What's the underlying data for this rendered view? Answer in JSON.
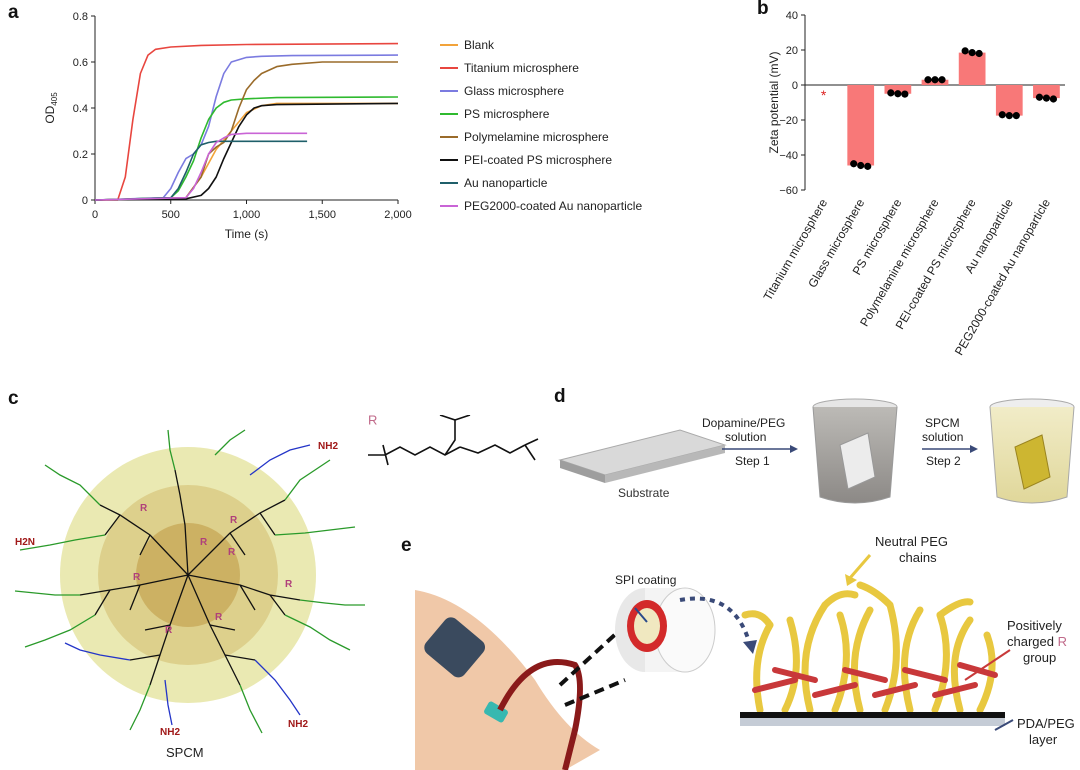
{
  "panels": {
    "a": {
      "label": "a"
    },
    "b": {
      "label": "b"
    },
    "c": {
      "label": "c",
      "r_label": "R",
      "spcm_label": "SPCM",
      "nh2": "NH2",
      "h2n": "H2N"
    },
    "d": {
      "label": "d",
      "substrate": "Substrate",
      "step1_line1": "Dopamine/PEG",
      "step1_line2": "solution",
      "step1_line3": "Step 1",
      "step2_line1": "SPCM",
      "step2_line2": "solution",
      "step2_line3": "Step 2"
    },
    "e": {
      "label": "e",
      "spi_coating": "SPI coating",
      "neutral_line1": "Neutral PEG",
      "neutral_line2": "chains",
      "pos_line1": "Positively",
      "pos_line2": "charged",
      "pos_r": "R",
      "pos_line3": "group",
      "pda_line1": "PDA/PEG",
      "pda_line2": "layer"
    }
  },
  "colors": {
    "blank": "#f2a33a",
    "titanium": "#e8463f",
    "glass": "#7b7be0",
    "ps": "#2fba2f",
    "polymelamine": "#9a6b2a",
    "pei": "#111111",
    "au": "#1f5f6a",
    "peg2000": "#c964d6",
    "bar": "#f87878",
    "halo_outer": "#eae9b2",
    "halo_inner": "#d4c47a",
    "core": "#c7a95a",
    "r_color": "#b0407a"
  },
  "chart_data": [
    {
      "type": "line",
      "xlabel": "Time (s)",
      "ylabel": "OD405",
      "xlim": [
        0,
        2000
      ],
      "ylim": [
        0,
        0.8
      ],
      "xticks": [
        "0",
        "500",
        "1,000",
        "1,500",
        "2,000"
      ],
      "yticks": [
        "0",
        "0.2",
        "0.4",
        "0.6",
        "0.8"
      ],
      "legend_position": "right",
      "series": [
        {
          "name": "Blank",
          "color_key": "blank",
          "x": [
            0,
            600,
            700,
            800,
            900,
            1000,
            1100,
            1200,
            2000
          ],
          "y": [
            0,
            0.01,
            0.1,
            0.22,
            0.3,
            0.38,
            0.41,
            0.42,
            0.42
          ]
        },
        {
          "name": "Titanium microsphere",
          "color_key": "titanium",
          "x": [
            0,
            150,
            200,
            250,
            300,
            350,
            400,
            500,
            700,
            1000,
            2000
          ],
          "y": [
            0,
            0,
            0.1,
            0.35,
            0.55,
            0.63,
            0.655,
            0.665,
            0.672,
            0.676,
            0.68
          ]
        },
        {
          "name": "Glass microsphere",
          "color_key": "glass",
          "x": [
            0,
            450,
            500,
            550,
            600,
            650,
            700,
            750,
            800,
            850,
            900,
            1000,
            1100,
            1300,
            2000
          ],
          "y": [
            0,
            0.01,
            0.05,
            0.12,
            0.18,
            0.2,
            0.24,
            0.32,
            0.45,
            0.55,
            0.6,
            0.62,
            0.625,
            0.628,
            0.63
          ]
        },
        {
          "name": "PS microsphere",
          "color_key": "ps",
          "x": [
            0,
            500,
            550,
            600,
            650,
            700,
            750,
            800,
            850,
            900,
            1000,
            1200,
            2000
          ],
          "y": [
            0,
            0.01,
            0.04,
            0.1,
            0.17,
            0.27,
            0.35,
            0.4,
            0.425,
            0.435,
            0.44,
            0.445,
            0.448
          ]
        },
        {
          "name": "Polymelamine microsphere",
          "color_key": "polymelamine",
          "x": [
            0,
            600,
            700,
            750,
            800,
            850,
            900,
            950,
            1000,
            1050,
            1100,
            1200,
            1300,
            1500,
            2000
          ],
          "y": [
            0,
            0.01,
            0.1,
            0.2,
            0.23,
            0.25,
            0.3,
            0.4,
            0.48,
            0.52,
            0.55,
            0.58,
            0.59,
            0.6,
            0.6
          ]
        },
        {
          "name": "PEI-coated PS microsphere",
          "color_key": "pei",
          "x": [
            0,
            600,
            700,
            750,
            800,
            850,
            900,
            950,
            1000,
            1050,
            1100,
            1200,
            2000
          ],
          "y": [
            0,
            0.005,
            0.02,
            0.05,
            0.1,
            0.18,
            0.25,
            0.32,
            0.37,
            0.4,
            0.41,
            0.415,
            0.42
          ]
        },
        {
          "name": "Au nanoparticle",
          "color_key": "au",
          "x": [
            0,
            500,
            550,
            600,
            650,
            700,
            750,
            800,
            900,
            1000,
            1400
          ],
          "y": [
            0,
            0.01,
            0.05,
            0.12,
            0.2,
            0.24,
            0.25,
            0.255,
            0.255,
            0.255,
            0.255
          ]
        },
        {
          "name": "PEG2000-coated Au nanoparticle",
          "color_key": "peg2000",
          "x": [
            0,
            600,
            650,
            700,
            750,
            800,
            850,
            900,
            1000,
            1400
          ],
          "y": [
            0,
            0.01,
            0.05,
            0.12,
            0.2,
            0.25,
            0.27,
            0.285,
            0.29,
            0.29
          ]
        }
      ]
    },
    {
      "type": "bar",
      "ylabel": "Zeta potential (mV)",
      "ylim": [
        -60,
        40
      ],
      "yticks": [
        "40",
        "20",
        "0",
        "−20",
        "−40",
        "−60"
      ],
      "categories": [
        "Titanium microsphere",
        "Glass microsphere",
        "PS microsphere",
        "Polymelamine microsphere",
        "PEI-coated PS microsphere",
        "Au nanoparticle",
        "PEG2000-coated Au nanoparticle"
      ],
      "values": [
        null,
        -46,
        -5,
        3,
        18.5,
        -17.5,
        -7.5
      ],
      "points": [
        [],
        [
          -45,
          -46,
          -46.5
        ],
        [
          -4.5,
          -5,
          -5.2
        ],
        [
          3,
          3,
          3
        ],
        [
          19.5,
          18.5,
          18
        ],
        [
          -17,
          -17.5,
          -17.5
        ],
        [
          -7,
          -7.5,
          -8
        ]
      ],
      "annotation": "*"
    }
  ]
}
